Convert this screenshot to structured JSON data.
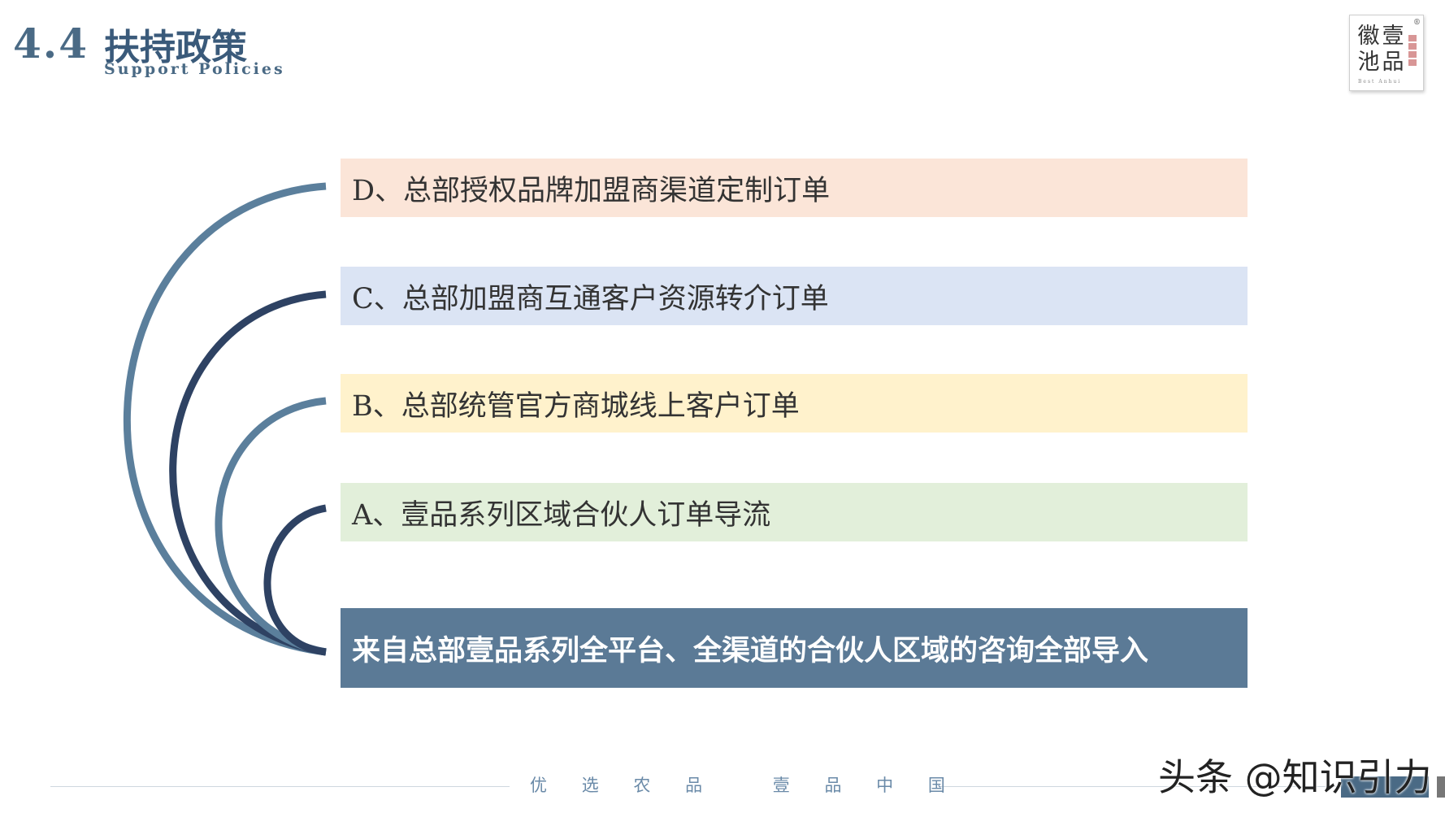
{
  "header": {
    "section_number": "4.4",
    "title": "扶持政策",
    "subtitle": "Support Policies"
  },
  "logo": {
    "chars": [
      "徽",
      "壹",
      "池",
      "品"
    ],
    "tagline": "Best Anhui",
    "registered": "®"
  },
  "items": [
    {
      "id": "D",
      "label": "D、总部授权品牌加盟商渠道定制订单"
    },
    {
      "id": "C",
      "label": "C、总部加盟商互通客户资源转介订单"
    },
    {
      "id": "B",
      "label": "B、总部统管官方商城线上客户订单"
    },
    {
      "id": "A",
      "label": "A、壹品系列区域合伙人订单导流"
    }
  ],
  "summary": "来自总部壹品系列全平台、全渠道的合伙人区域的咨询全部导入",
  "footer": {
    "slogan_left": [
      "优",
      "选",
      "农",
      "品"
    ],
    "slogan_right": [
      "壹",
      "品",
      "中",
      "国"
    ]
  },
  "watermark": "头条 @知识引力",
  "colors": {
    "arc_light": "#5b7f9c",
    "arc_dark": "#2e4263",
    "accent": "#5b7a96"
  }
}
